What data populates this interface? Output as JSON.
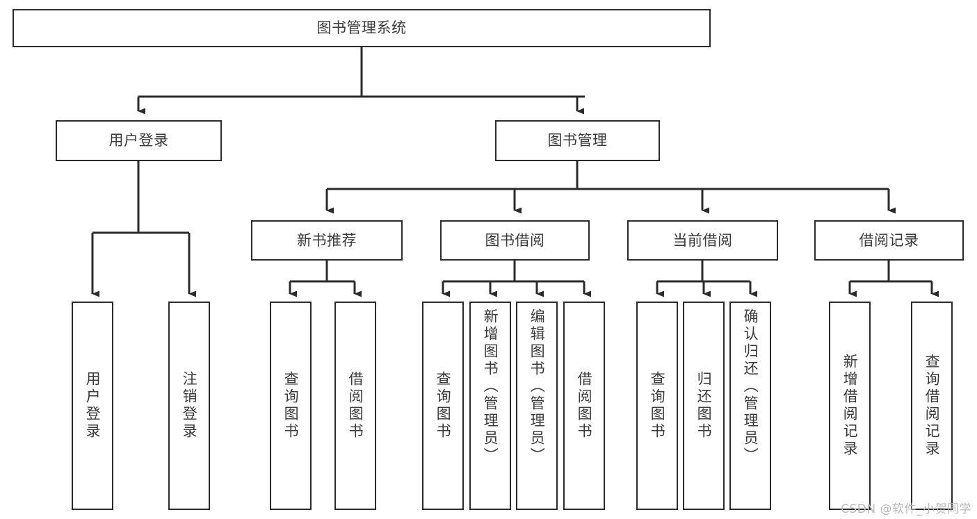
{
  "diagram": {
    "title": "图书管理系统",
    "type": "hierarchy-tree",
    "watermark": "CSDN @软件_小贺同学",
    "colors": {
      "box_border": "#2b2b2b",
      "box_fill": "#ffffff",
      "text": "#3a3a3a",
      "connector": "#2b2b2b",
      "watermark": "#b9b9b9"
    },
    "nodes": {
      "root": {
        "label": "图书管理系统"
      },
      "level1": [
        {
          "label": "用户登录"
        },
        {
          "label": "图书管理"
        }
      ],
      "level2": [
        {
          "label": "新书推荐"
        },
        {
          "label": "图书借阅"
        },
        {
          "label": "当前借阅"
        },
        {
          "label": "借阅记录"
        }
      ],
      "leaves": {
        "user_login": [
          {
            "label": "用户登录"
          },
          {
            "label": "注销登录"
          }
        ],
        "new_book_recommend": [
          {
            "label": "查询图书"
          },
          {
            "label": "借阅图书"
          }
        ],
        "book_borrow": [
          {
            "label": "查询图书"
          },
          {
            "label": "新增图书（管理员）"
          },
          {
            "label": "编辑图书（管理员）"
          },
          {
            "label": "借阅图书"
          }
        ],
        "current_borrow": [
          {
            "label": "查询图书"
          },
          {
            "label": "归还图书"
          },
          {
            "label": "确认归还（管理员）"
          }
        ],
        "borrow_record": [
          {
            "label": "新增借阅记录"
          },
          {
            "label": "查询借阅记录"
          }
        ]
      }
    }
  },
  "chart_data": {
    "type": "table",
    "title": "图书管理系统",
    "structure": [
      {
        "level": 0,
        "label": "图书管理系统",
        "children": [
          {
            "level": 1,
            "label": "用户登录",
            "children": [
              {
                "level": 2,
                "label": "用户登录"
              },
              {
                "level": 2,
                "label": "注销登录"
              }
            ]
          },
          {
            "level": 1,
            "label": "图书管理",
            "children": [
              {
                "level": 2,
                "label": "新书推荐",
                "children": [
                  {
                    "level": 3,
                    "label": "查询图书"
                  },
                  {
                    "level": 3,
                    "label": "借阅图书"
                  }
                ]
              },
              {
                "level": 2,
                "label": "图书借阅",
                "children": [
                  {
                    "level": 3,
                    "label": "查询图书"
                  },
                  {
                    "level": 3,
                    "label": "新增图书（管理员）"
                  },
                  {
                    "level": 3,
                    "label": "编辑图书（管理员）"
                  },
                  {
                    "level": 3,
                    "label": "借阅图书"
                  }
                ]
              },
              {
                "level": 2,
                "label": "当前借阅",
                "children": [
                  {
                    "level": 3,
                    "label": "查询图书"
                  },
                  {
                    "level": 3,
                    "label": "归还图书"
                  },
                  {
                    "level": 3,
                    "label": "确认归还（管理员）"
                  }
                ]
              },
              {
                "level": 2,
                "label": "借阅记录",
                "children": [
                  {
                    "level": 3,
                    "label": "新增借阅记录"
                  },
                  {
                    "level": 3,
                    "label": "查询借阅记录"
                  }
                ]
              }
            ]
          }
        ]
      }
    ]
  }
}
